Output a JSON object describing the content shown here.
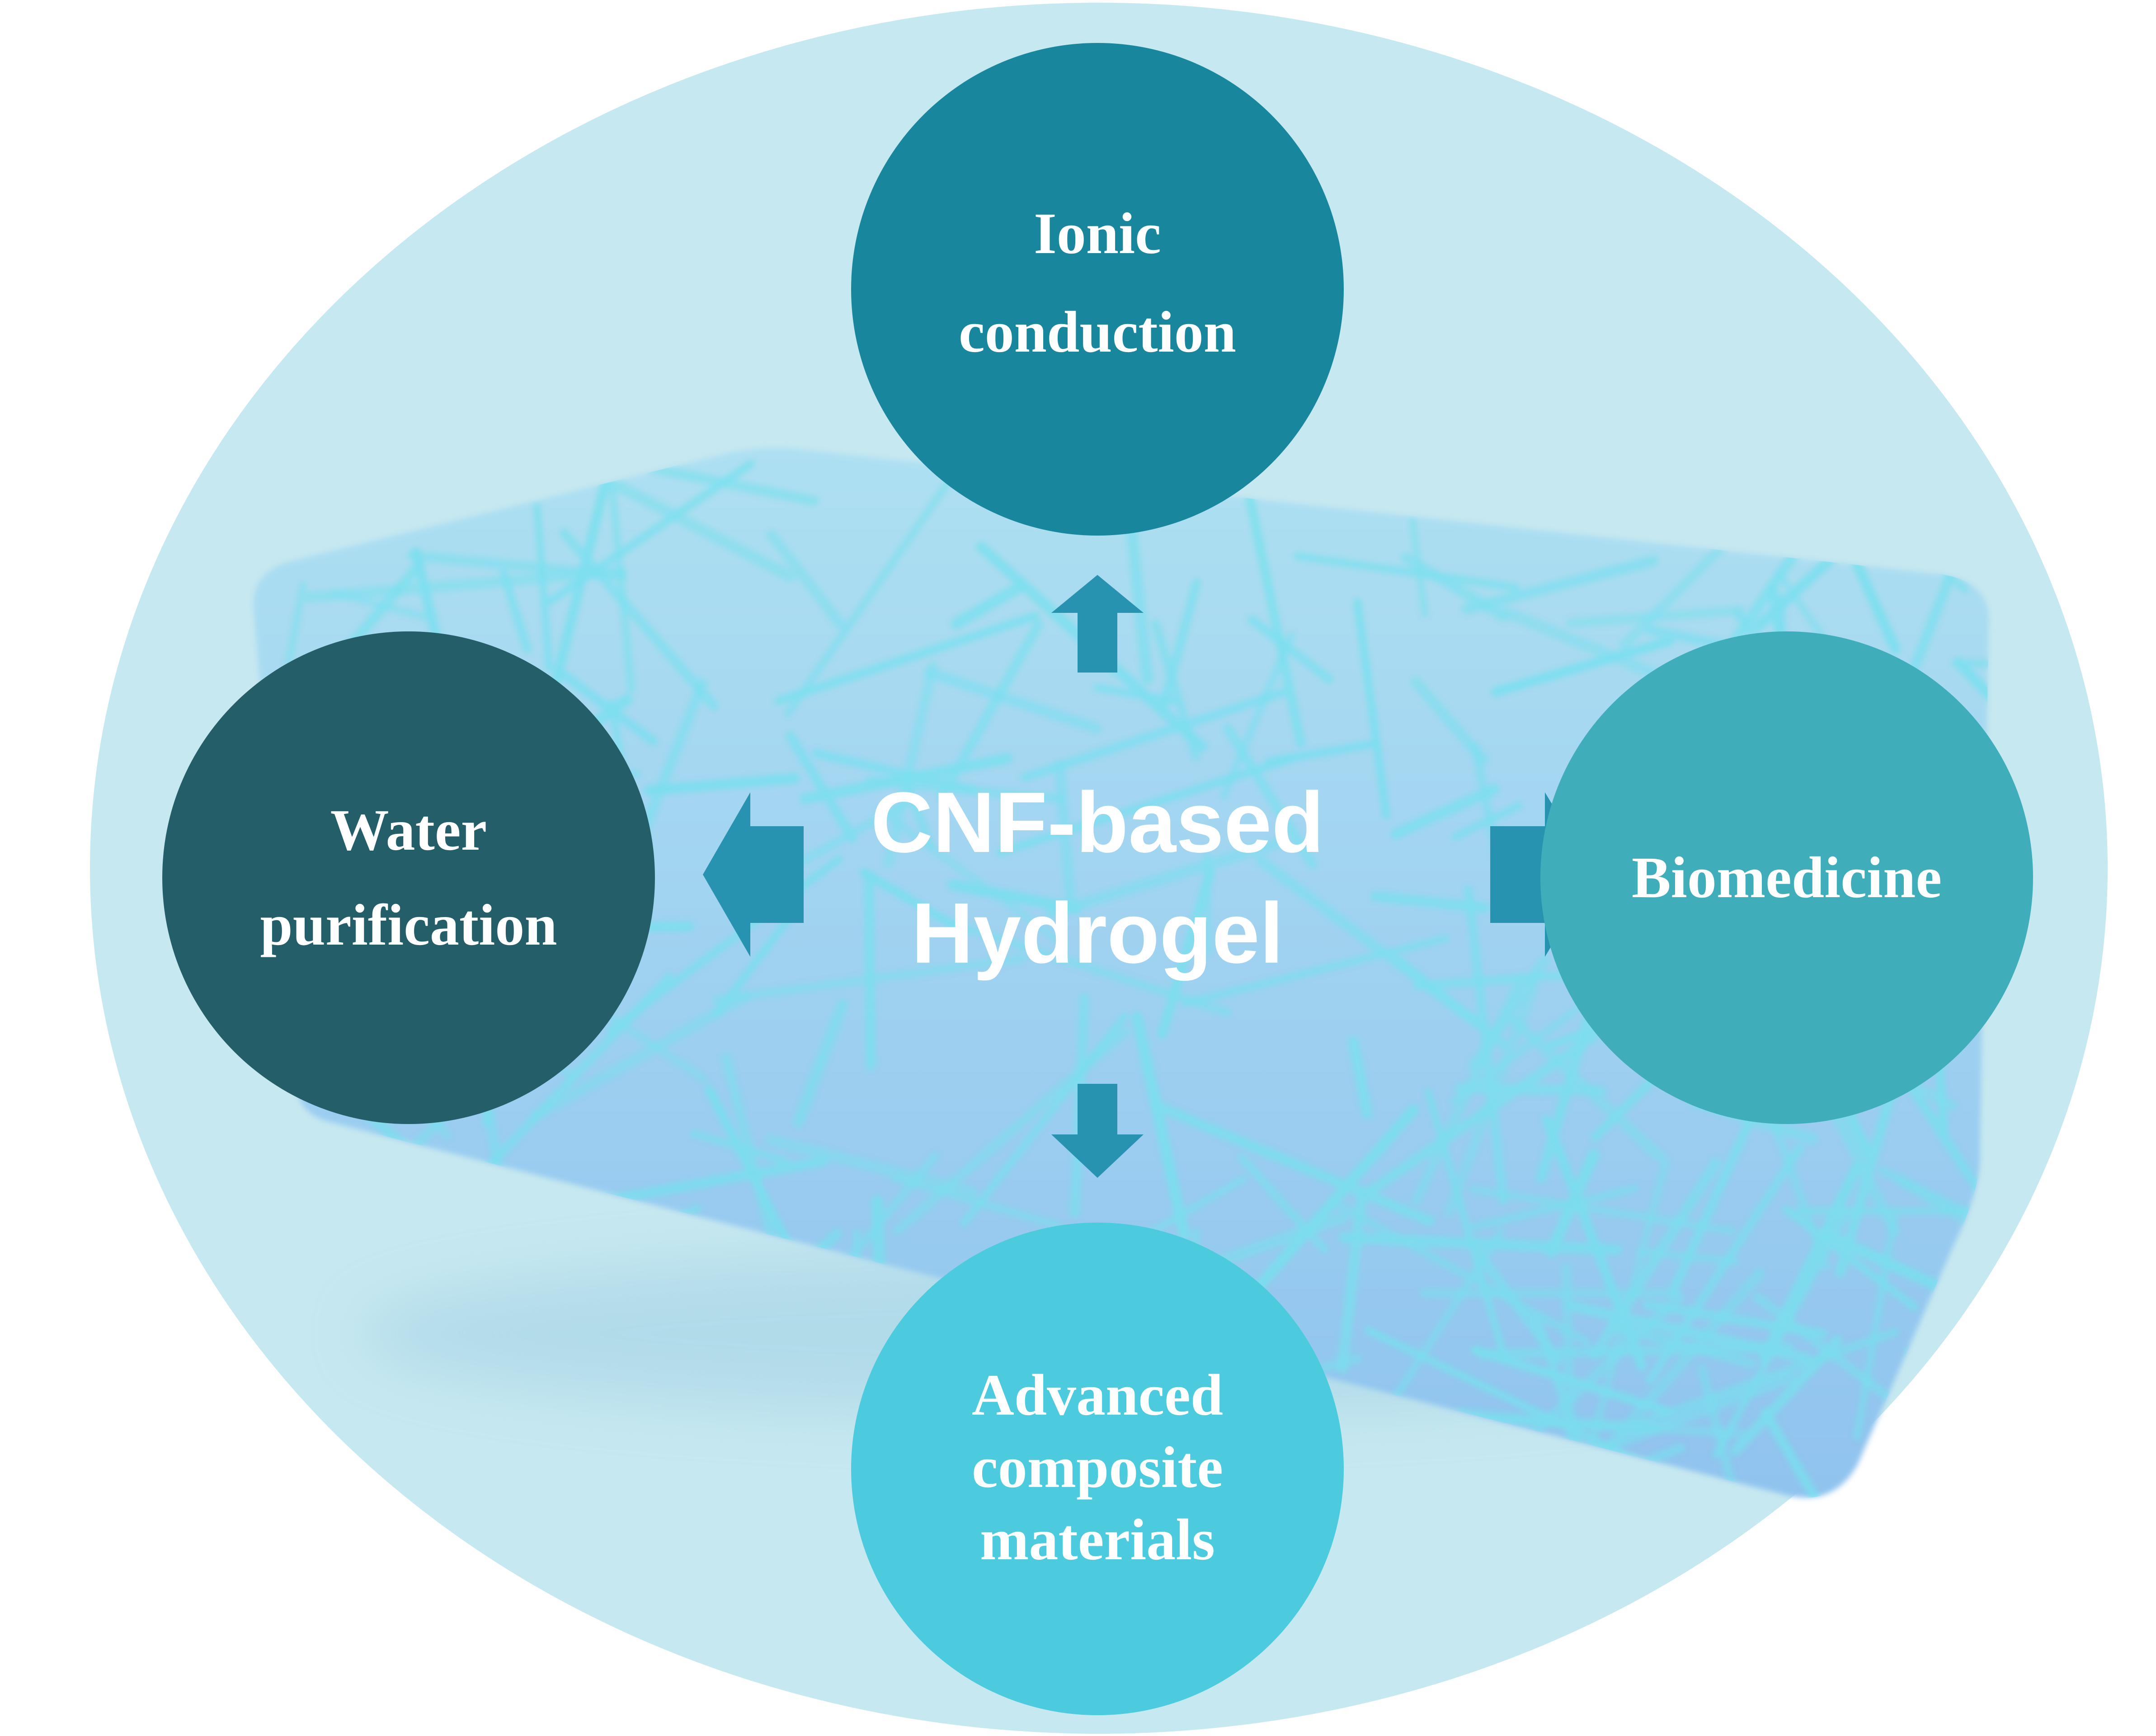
{
  "center": {
    "title_line1": "CNF-based",
    "title_line2": "Hydrogel"
  },
  "applications": [
    {
      "position": "top",
      "lines": [
        "Ionic",
        "conduction"
      ],
      "color": "#18879E"
    },
    {
      "position": "left",
      "lines": [
        "Water",
        "purification"
      ],
      "color": "#245E69"
    },
    {
      "position": "right",
      "lines": [
        "Biomedicine"
      ],
      "color": "#40AEBA"
    },
    {
      "position": "bottom",
      "lines": [
        "Advanced",
        "composite",
        "materials"
      ],
      "color": "#4BCBDD"
    }
  ],
  "colors": {
    "outer_ellipse": "#C6E8F0",
    "arrow": "#2893B0",
    "slab": "#A9DCF2",
    "slab_bottom": "#8EC2EE",
    "fiber": "#79E0EE"
  }
}
